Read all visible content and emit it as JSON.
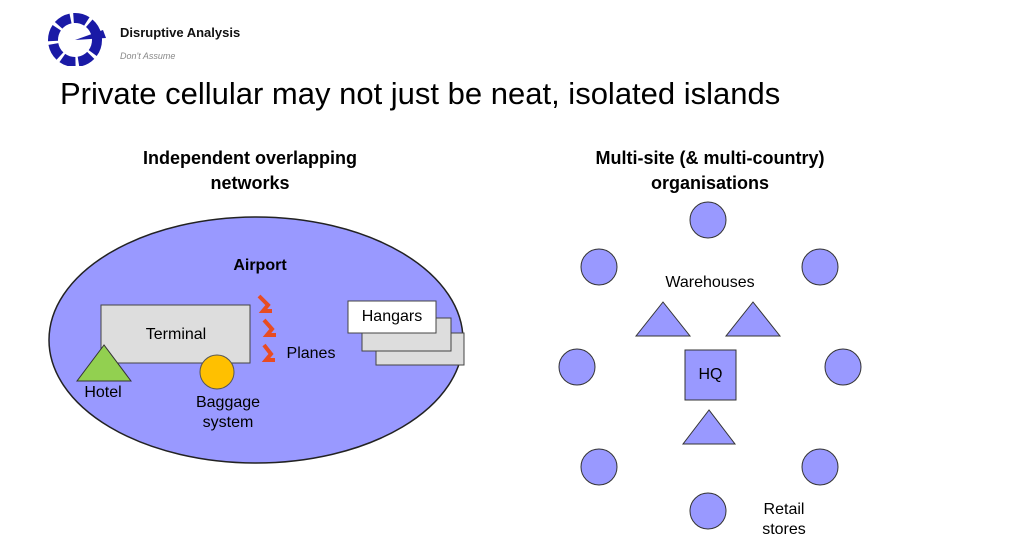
{
  "header": {
    "brand": "Disruptive Analysis",
    "tagline": "Don't Assume"
  },
  "slide": {
    "title": "Private cellular may not just be neat, isolated islands"
  },
  "left_panel": {
    "heading_line1": "Independent overlapping",
    "heading_line2": "networks",
    "airport": "Airport",
    "terminal": "Terminal",
    "hangars": "Hangars",
    "planes": "Planes",
    "hotel": "Hotel",
    "baggage_line1": "Baggage",
    "baggage_line2": "system"
  },
  "right_panel": {
    "heading_line1": "Multi-site (& multi-country)",
    "heading_line2": "organisations",
    "warehouses": "Warehouses",
    "hq": "HQ",
    "retail_line1": "Retail",
    "retail_line2": "stores"
  },
  "colors": {
    "ellipse_fill": "#9999ff",
    "circle_fill": "#9999ff",
    "hotel_fill": "#92d050",
    "baggage_fill": "#ffc000",
    "plane_color": "#e84c22",
    "box_fill": "#dddddd",
    "logo_blue": "#1a1aa6"
  }
}
